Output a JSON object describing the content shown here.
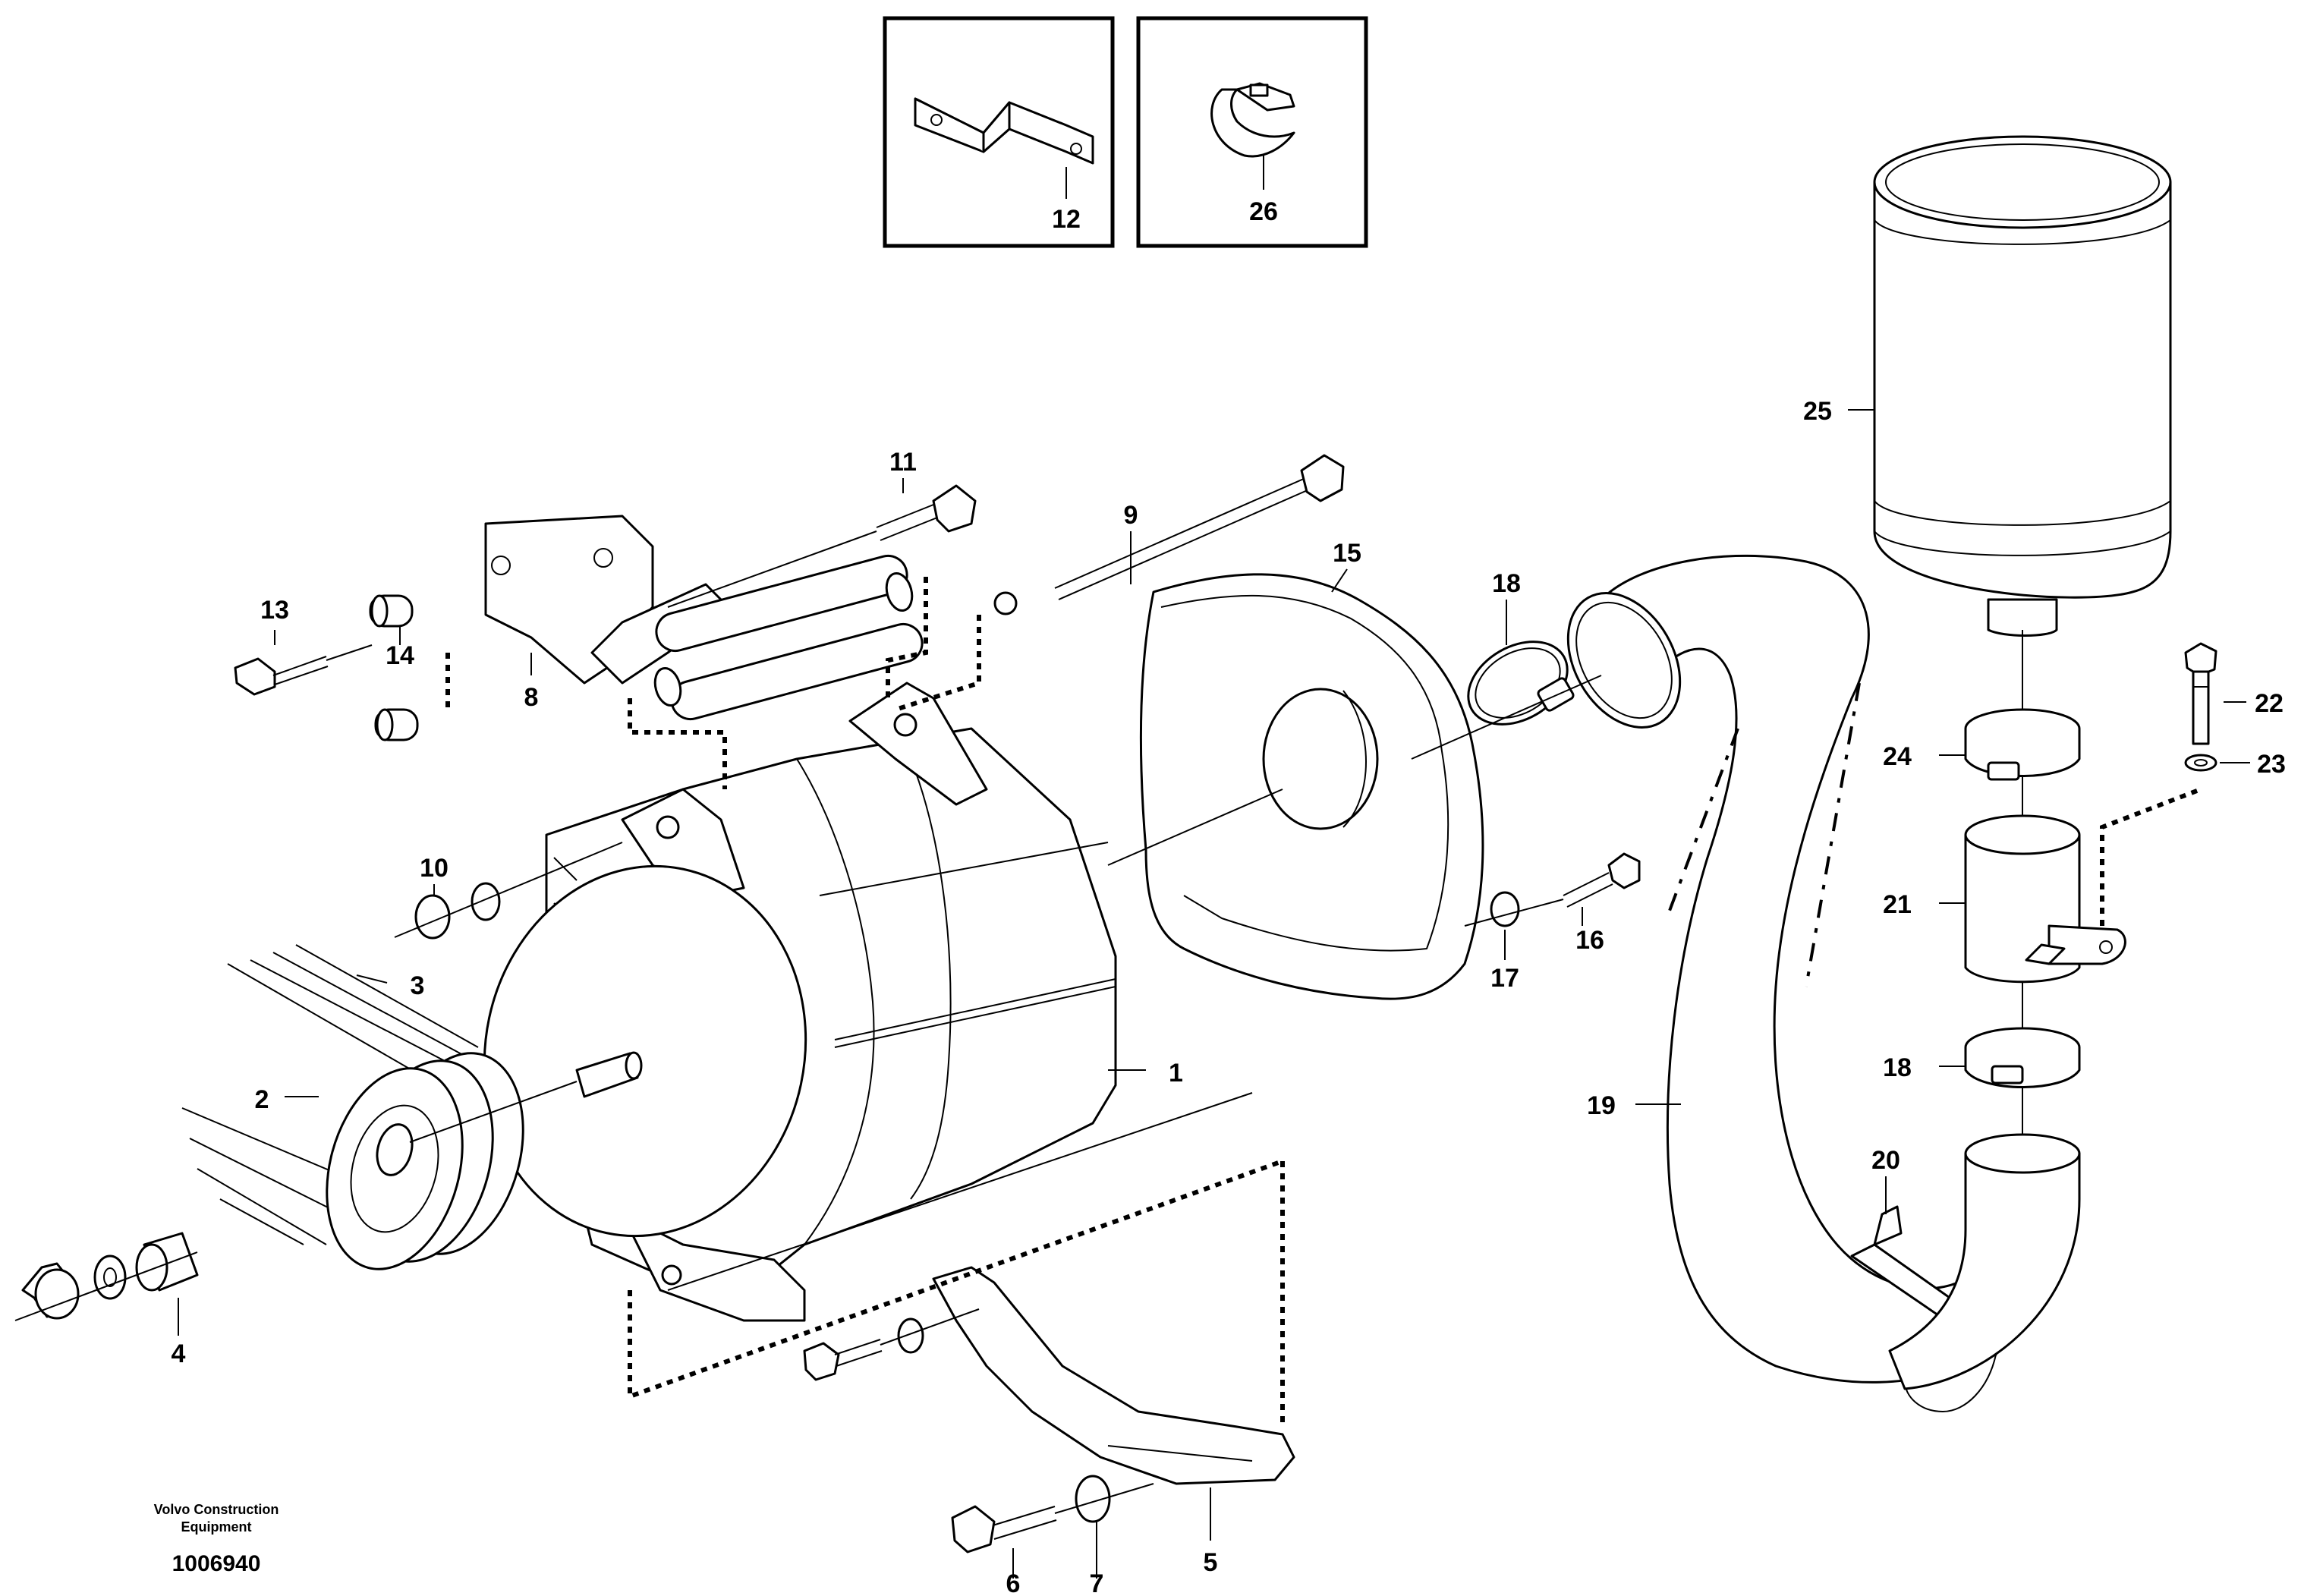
{
  "callouts": {
    "c1": "1",
    "c2": "2",
    "c3": "3",
    "c4": "4",
    "c5": "5",
    "c6": "6",
    "c7": "7",
    "c8": "8",
    "c9": "9",
    "c10": "10",
    "c11": "11",
    "c12": "12",
    "c13": "13",
    "c14": "14",
    "c15": "15",
    "c16": "16",
    "c17": "17",
    "c18a": "18",
    "c18b": "18",
    "c19": "19",
    "c20": "20",
    "c21": "21",
    "c22": "22",
    "c23": "23",
    "c24": "24",
    "c25": "25",
    "c26": "26"
  },
  "credit": {
    "line1": "Volvo Construction",
    "line2": "Equipment"
  },
  "document_number": "1006940",
  "colors": {
    "ink": "#000000",
    "paper": "#ffffff"
  }
}
